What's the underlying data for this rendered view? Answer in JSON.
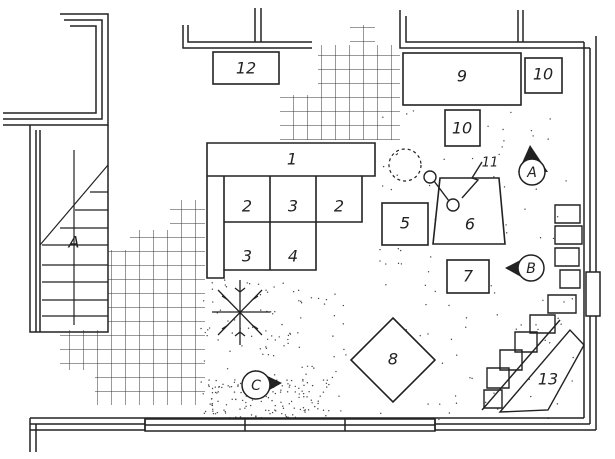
{
  "labels": {
    "twelve": "12",
    "nine": "9",
    "ten_a": "10",
    "ten_b": "10",
    "one": "1",
    "two_a": "2",
    "three_a": "3",
    "two_b": "2",
    "three_b": "3",
    "four": "4",
    "five": "5",
    "six": "6",
    "seven": "7",
    "eight": "8",
    "eleven": "11",
    "thirteen": "13",
    "stair": "A"
  },
  "view_markers": {
    "a": "A",
    "b": "B",
    "c": "C"
  },
  "colors": {
    "ink": "#222222",
    "paper": "#ffffff"
  }
}
